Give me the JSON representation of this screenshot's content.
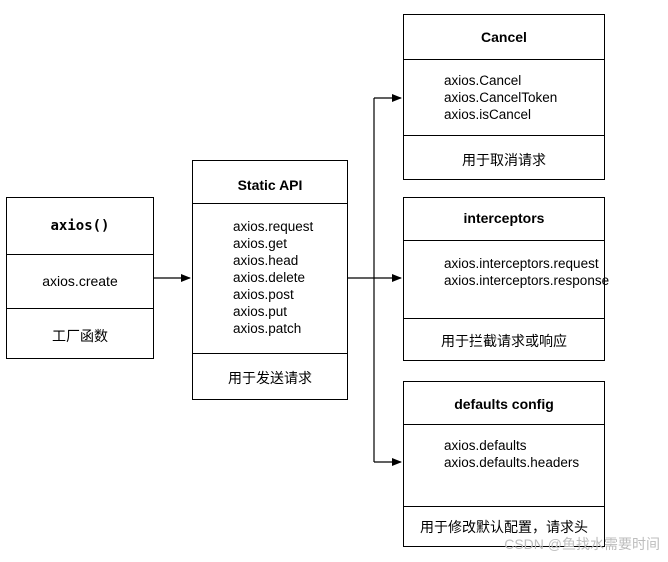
{
  "axios_box": {
    "title": "axios()",
    "method": "axios.create",
    "note": "工厂函数"
  },
  "static_box": {
    "title": "Static API",
    "methods": [
      "axios.request",
      "axios.get",
      "axios.head",
      "axios.delete",
      "axios.post",
      "axios.put",
      "axios.patch"
    ],
    "note": "用于发送请求"
  },
  "cancel_box": {
    "title": "Cancel",
    "methods": [
      "axios.Cancel",
      "axios.CancelToken",
      "axios.isCancel"
    ],
    "note": "用于取消请求"
  },
  "interceptors_box": {
    "title": "interceptors",
    "methods": [
      "axios.interceptors.request",
      "axios.interceptors.response"
    ],
    "note": "用于拦截请求或响应"
  },
  "defaults_box": {
    "title": "defaults config",
    "methods": [
      "axios.defaults",
      "axios.defaults.headers"
    ],
    "note": "用于修改默认配置，请求头"
  },
  "watermark": "CSDN @鱼找水需要时间"
}
